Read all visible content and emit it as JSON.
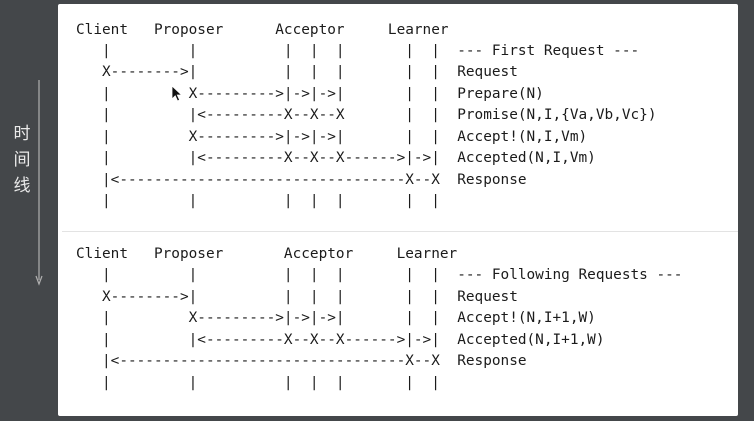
{
  "timeline": {
    "label_chars": [
      "时",
      "间",
      "线"
    ]
  },
  "section_1": {
    "headers": "Client   Proposer      Acceptor     Learner",
    "lines": [
      "   |         |          |  |  |       |  |  --- First Request ---",
      "   X-------->|          |  |  |       |  |  Request",
      "   |         X--------->|->|->|       |  |  Prepare(N)",
      "   |         |<---------X--X--X       |  |  Promise(N,I,{Va,Vb,Vc})",
      "   |         X--------->|->|->|       |  |  Accept!(N,I,Vm)",
      "   |         |<---------X--X--X------>|->|  Accepted(N,I,Vm)",
      "   |<---------------------------------X--X  Response",
      "   |         |          |  |  |       |  |"
    ]
  },
  "section_2": {
    "headers": "Client   Proposer       Acceptor     Learner",
    "lines": [
      "   |         |          |  |  |       |  |  --- Following Requests ---",
      "   X-------->|          |  |  |       |  |  Request",
      "   |         X--------->|->|->|       |  |  Accept!(N,I+1,W)",
      "   |         |<---------X--X--X------>|->|  Accepted(N,I+1,W)",
      "   |<---------------------------------X--X  Response",
      "   |         |          |  |  |       |  |"
    ]
  }
}
